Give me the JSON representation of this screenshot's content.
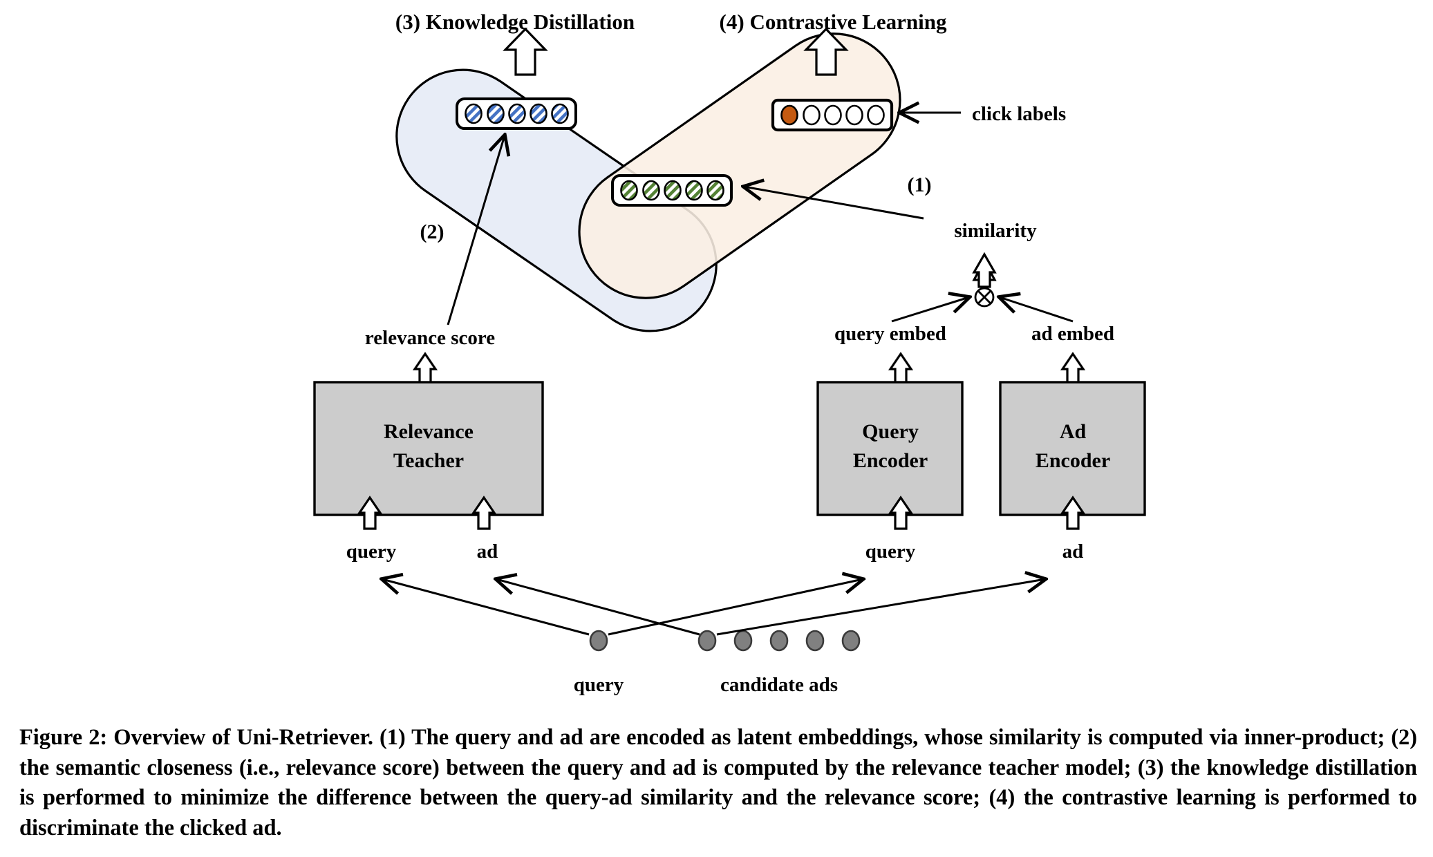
{
  "figure": {
    "headings": {
      "knowledge_distillation": "(3) Knowledge Distillation",
      "contrastive_learning": "(4) Contrastive Learning"
    },
    "step_markers": {
      "one": "(1)",
      "two": "(2)"
    },
    "annotations": {
      "click_labels": "click labels",
      "similarity": "similarity",
      "relevance_score": "relevance score",
      "query_embed": "query embed",
      "ad_embed": "ad embed"
    },
    "modules": [
      {
        "id": "relevance-teacher",
        "line1": "Relevance",
        "line2": "Teacher"
      },
      {
        "id": "query-encoder",
        "line1": "Query",
        "line2": "Encoder"
      },
      {
        "id": "ad-encoder",
        "line1": "Ad",
        "line2": "Encoder"
      }
    ],
    "input_labels": {
      "teacher_query": "query",
      "teacher_ad": "ad",
      "encoder_query": "query",
      "encoder_ad": "ad"
    },
    "bottom_labels": {
      "query": "query",
      "candidate_ads": "candidate ads"
    },
    "operator": {
      "inner_product_symbol": "⊗"
    },
    "vectors": {
      "relevance_vector": {
        "name": "relevance-score-vector",
        "cells": 5,
        "style": "blue-hatched",
        "fill": "#4472C4"
      },
      "similarity_vector": {
        "name": "similarity-vector",
        "cells": 5,
        "style": "green-hatched",
        "fill": "#548235"
      },
      "click_label_vector": {
        "name": "click-label-vector",
        "cells": 5,
        "style": "circles",
        "values": [
          1,
          0,
          0,
          0,
          0
        ],
        "filled_color": "#C55A11",
        "empty_color": "#FFFFFF"
      }
    },
    "candidate_dots": {
      "query_dot_count": 1,
      "ad_dot_count": 5,
      "fill": "#808080"
    },
    "regions": {
      "knowledge_distillation_fill": "#E8EDF7",
      "contrastive_learning_fill": "#FBEFE4",
      "module_box_fill": "#CCCCCC"
    }
  },
  "caption": {
    "text": "Figure 2: Overview of Uni-Retriever. (1) The query and ad are encoded as latent embeddings, whose similarity is computed via inner-product; (2) the semantic closeness (i.e., relevance score) between the query and ad is computed by the relevance teacher model; (3) the knowledge distillation is performed to minimize the difference between the query-ad similarity and the relevance score; (4) the contrastive learning is performed to discriminate the clicked ad."
  }
}
